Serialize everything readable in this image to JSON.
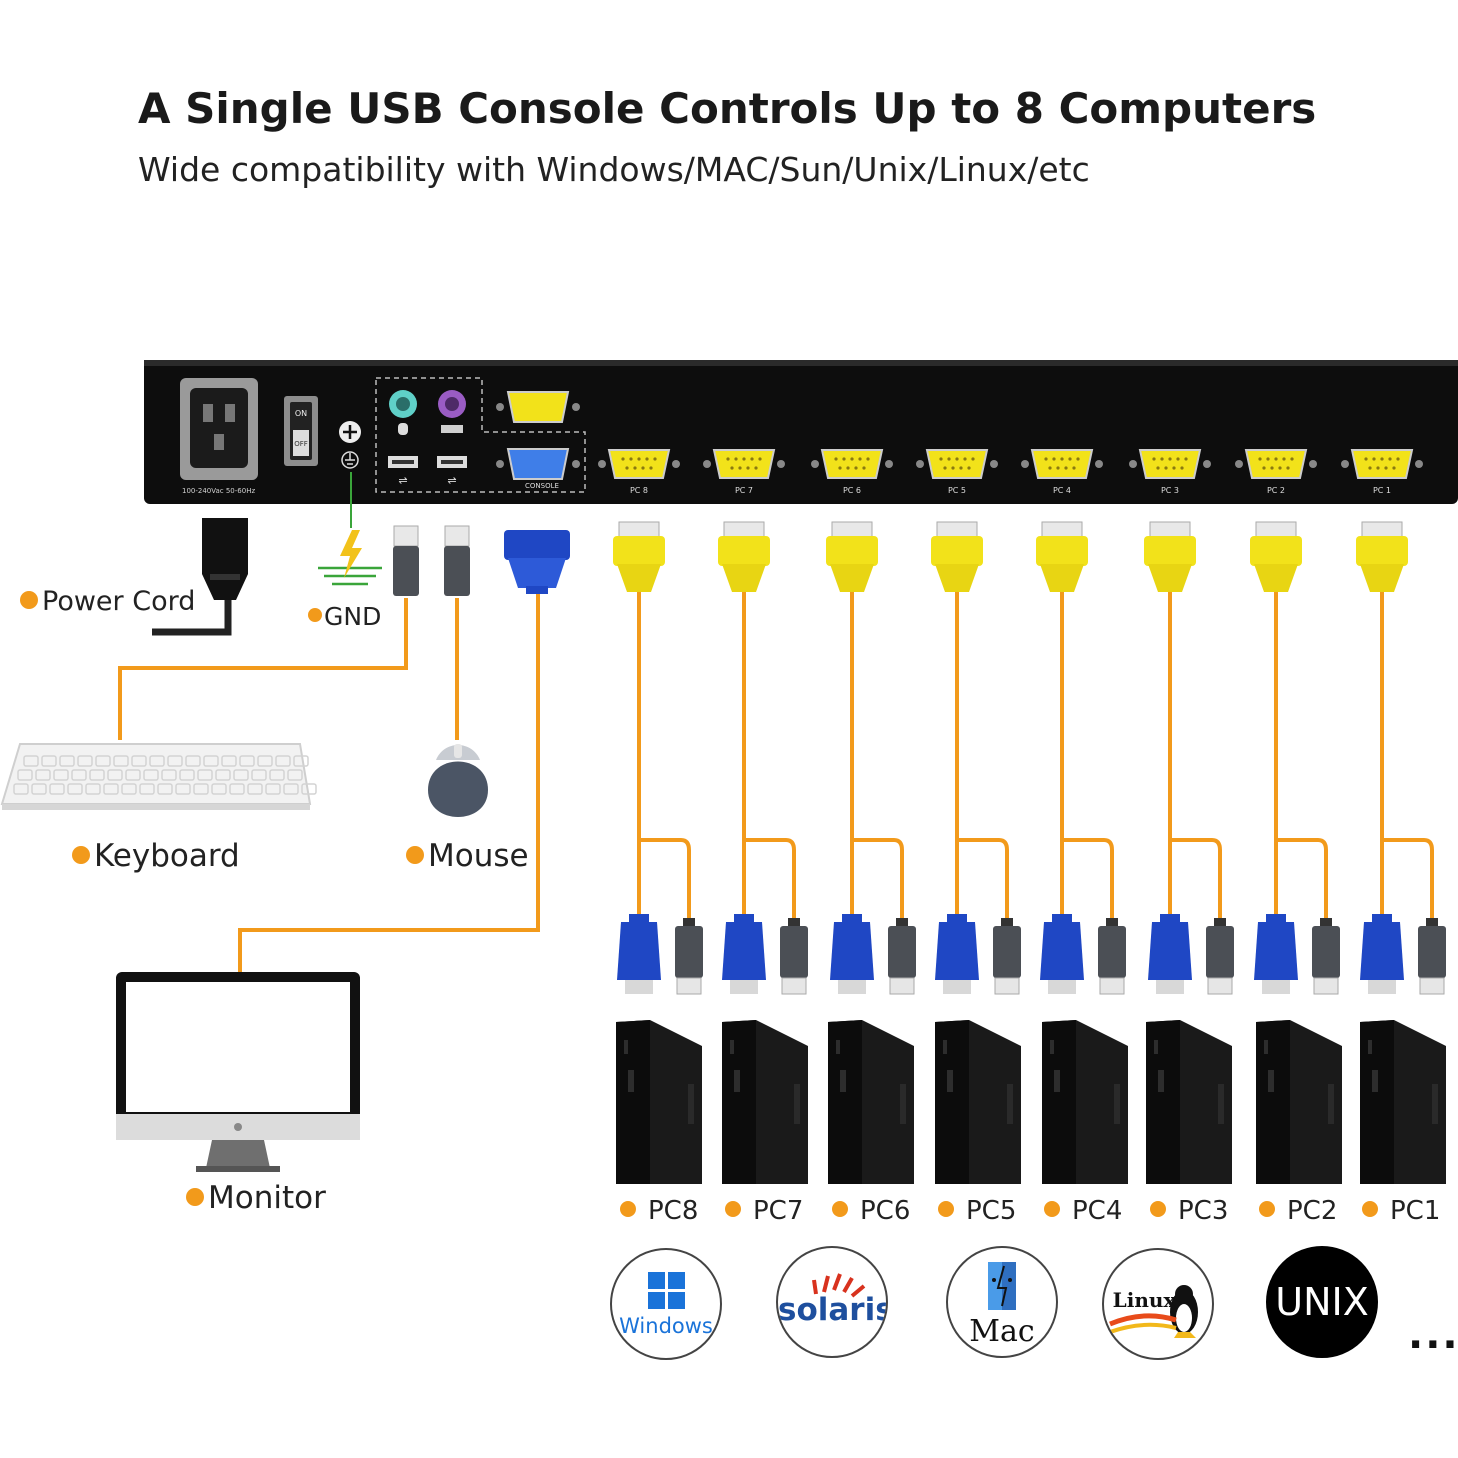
{
  "header": {
    "title": "A Single USB Console Controls Up to 8 Computers",
    "subtitle": "Wide compatibility with Windows/MAC/Sun/Unix/Linux/etc"
  },
  "device": {
    "power_rating": "100-240Vac 50-60Hz",
    "switch_on": "ON",
    "switch_off": "OFF",
    "console_label": "CONSOLE",
    "ports": [
      "PC 8",
      "PC 7",
      "PC 6",
      "PC 5",
      "PC 4",
      "PC 3",
      "PC 2",
      "PC 1"
    ]
  },
  "labels": {
    "power_cord": "Power Cord",
    "gnd": "GND",
    "keyboard": "Keyboard",
    "mouse": "Mouse",
    "monitor": "Monitor"
  },
  "computers": [
    "PC8",
    "PC7",
    "PC6",
    "PC5",
    "PC4",
    "PC3",
    "PC2",
    "PC1"
  ],
  "os_logos": [
    "Windows",
    "solaris",
    "Mac",
    "Linux",
    "UNIX"
  ],
  "more": "...",
  "colors": {
    "cable": "#f29a1b",
    "vga_yellow": "#f2e21a",
    "vga_blue": "#1f47c4",
    "panel": "#0d0d0d",
    "usb_gray": "#4b4f55"
  }
}
